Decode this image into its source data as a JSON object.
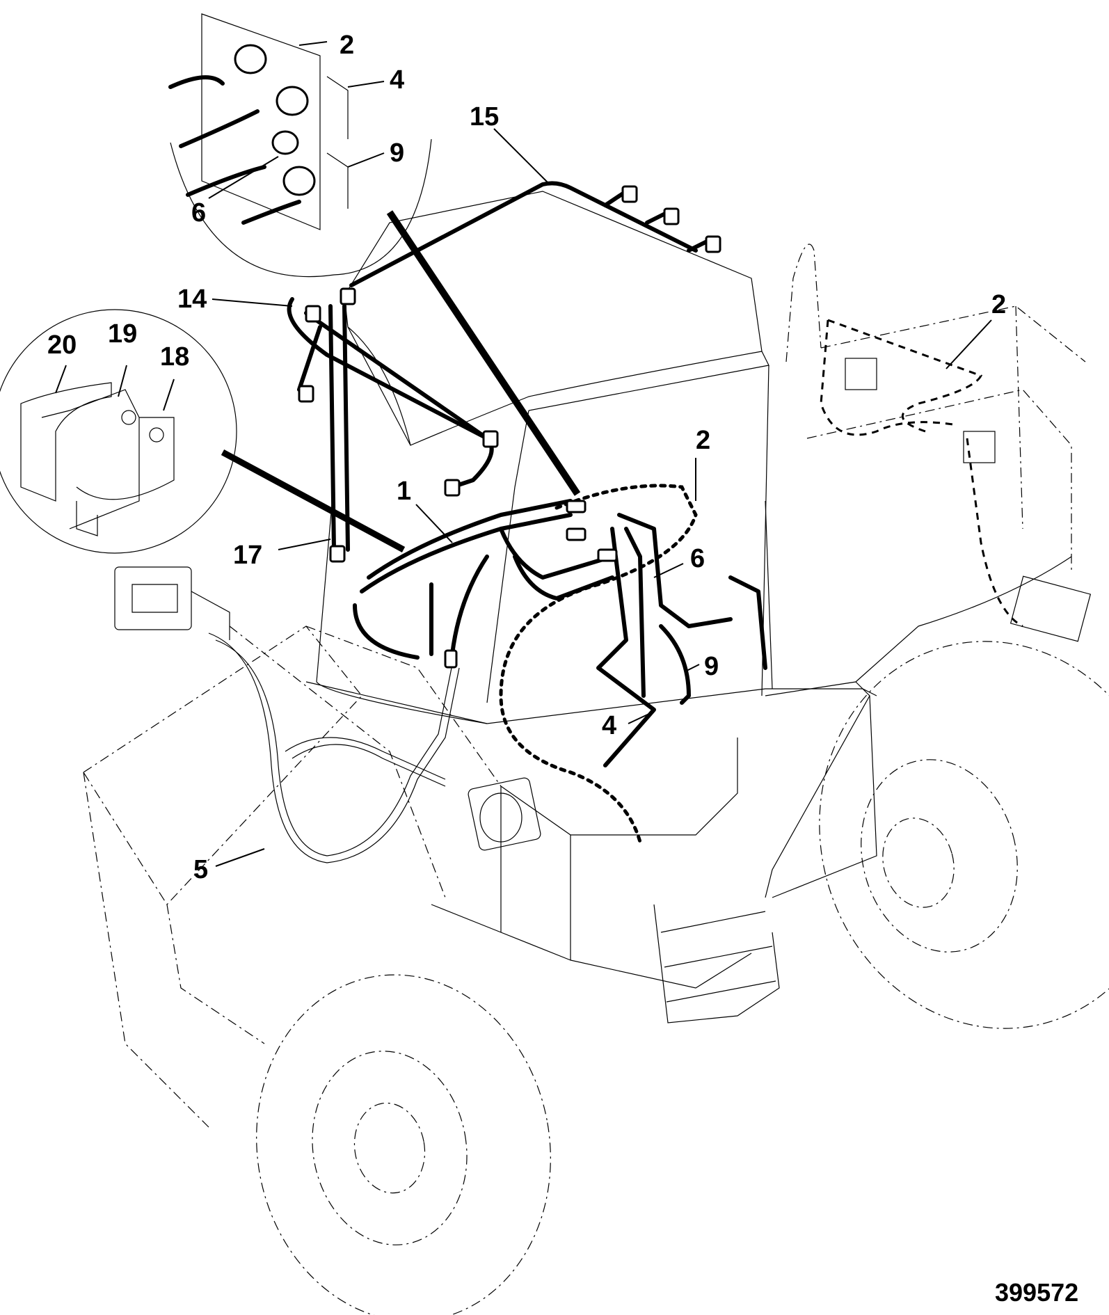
{
  "callouts": {
    "c1": "1",
    "c2_inset": "2",
    "c2_right": "2",
    "c2_mid": "2",
    "c4_inset": "4",
    "c4_main": "4",
    "c5": "5",
    "c6_inset": "6",
    "c6_main": "6",
    "c9_inset": "9",
    "c9_main": "9",
    "c14": "14",
    "c15": "15",
    "c17": "17",
    "c18": "18",
    "c19": "19",
    "c20": "20"
  },
  "figure_number": "399572"
}
